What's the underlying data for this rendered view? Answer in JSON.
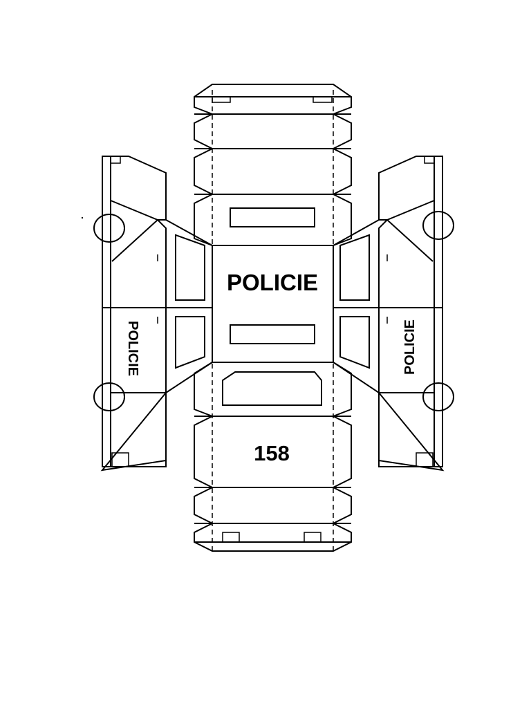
{
  "papercraft": {
    "roof_label": "POLICIE",
    "hood_number": "158",
    "left_side_label": "POLICIE",
    "right_side_label": "POLICIE"
  },
  "colors": {
    "line": "#000000",
    "background": "#ffffff"
  }
}
